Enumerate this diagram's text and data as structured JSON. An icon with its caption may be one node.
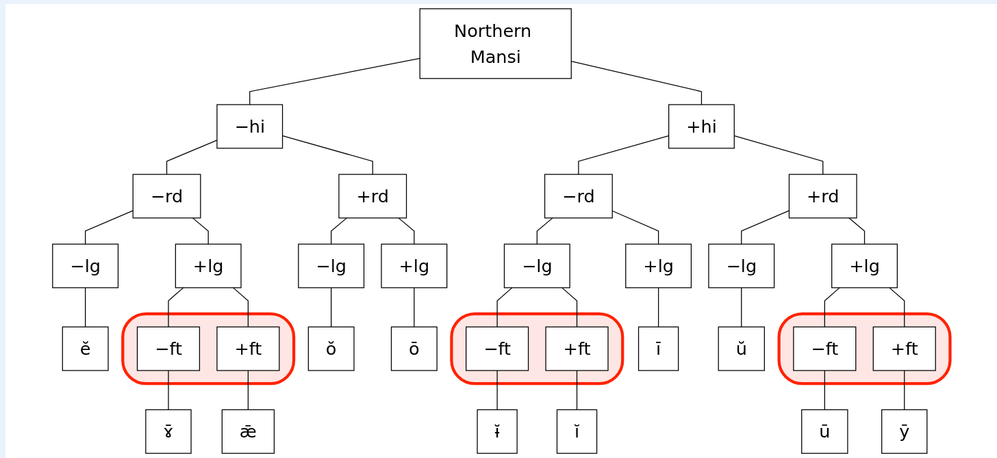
{
  "diagram": {
    "nodes": [
      {
        "text": [
          "Northern Mansi"
        ]
      },
      {
        "text": [
          "−hi"
        ]
      },
      {
        "text": [
          "+hi"
        ]
      },
      {
        "text": [
          "−rd"
        ]
      },
      {
        "text": [
          "+rd"
        ]
      },
      {
        "text": [
          "−rd"
        ]
      },
      {
        "text": [
          "+rd"
        ]
      },
      {
        "text": [
          "−lg"
        ]
      },
      {
        "text": [
          "+lg"
        ]
      },
      {
        "text": [
          "−lg"
        ]
      },
      {
        "text": [
          "+lg"
        ]
      },
      {
        "text": [
          "−lg"
        ]
      },
      {
        "text": [
          "+lg"
        ]
      },
      {
        "text": [
          "−lg"
        ]
      },
      {
        "text": [
          "+lg"
        ]
      },
      {
        "text": [],
        "shape": "ellipse"
      },
      {
        "text": [
          "−ft"
        ],
        "in": 15
      },
      {
        "text": [
          "+ft"
        ],
        "in": 15
      },
      {
        "text": [],
        "shape": "ellipse"
      },
      {
        "text": [
          "−ft"
        ],
        "in": 18
      },
      {
        "text": [
          "+ft"
        ],
        "in": 18
      },
      {
        "text": [],
        "shape": "ellipse"
      },
      {
        "text": [
          "−ft"
        ],
        "in": 21
      },
      {
        "text": [
          "+ft"
        ],
        "in": 21
      },
      {
        "text": [
          "ĕ"
        ]
      },
      {
        "text": [
          "ɤ̄"
        ]
      },
      {
        "text": [
          "ǣ"
        ]
      },
      {
        "text": [
          "ŏ"
        ]
      },
      {
        "text": [
          "ō"
        ]
      },
      {
        "text": [
          "ɨ̆"
        ]
      },
      {
        "text": [
          "ĭ"
        ]
      },
      {
        "text": [
          "ī"
        ]
      },
      {
        "text": [
          "ŭ"
        ]
      },
      {
        "text": [
          "ū"
        ]
      },
      {
        "text": [
          "ȳ"
        ]
      }
    ],
    "edges": [
      {
        "from": 0,
        "to": 1,
        "arrow": "none"
      },
      {
        "from": 0,
        "to": 2,
        "arrow": "none"
      },
      {
        "from": 1,
        "to": 3,
        "arrow": "none"
      },
      {
        "from": 1,
        "to": 4,
        "arrow": "none"
      },
      {
        "from": 2,
        "to": 5,
        "arrow": "none"
      },
      {
        "from": 2,
        "to": 6,
        "arrow": "none"
      },
      {
        "from": 3,
        "to": 7,
        "arrow": "none"
      },
      {
        "from": 3,
        "to": 8,
        "arrow": "none"
      },
      {
        "from": 4,
        "to": 9,
        "arrow": "none"
      },
      {
        "from": 4,
        "to": 10,
        "arrow": "none"
      },
      {
        "from": 5,
        "to": 11,
        "arrow": "none"
      },
      {
        "from": 5,
        "to": 12,
        "arrow": "none"
      },
      {
        "from": 6,
        "to": 13,
        "arrow": "none"
      },
      {
        "from": 6,
        "to": 14,
        "arrow": "none"
      },
      {
        "from": 8,
        "to": 16,
        "arrow": "none"
      },
      {
        "from": 8,
        "to": 17,
        "arrow": "none"
      },
      {
        "from": 11,
        "to": 19,
        "arrow": "none"
      },
      {
        "from": 11,
        "to": 20,
        "arrow": "none"
      },
      {
        "from": 14,
        "to": 22,
        "arrow": "none"
      },
      {
        "from": 14,
        "to": 23,
        "arrow": "none"
      },
      {
        "from": 7,
        "to": 24,
        "arrow": "none"
      },
      {
        "from": 16,
        "to": 25,
        "arrow": "none"
      },
      {
        "from": 17,
        "to": 26,
        "arrow": "none"
      },
      {
        "from": 9,
        "to": 27,
        "arrow": "none"
      },
      {
        "from": 10,
        "to": 28,
        "arrow": "none"
      },
      {
        "from": 19,
        "to": 29,
        "arrow": "none"
      },
      {
        "from": 20,
        "to": 30,
        "arrow": "none"
      },
      {
        "from": 12,
        "to": 31,
        "arrow": "none"
      },
      {
        "from": 13,
        "to": 32,
        "arrow": "none"
      },
      {
        "from": 22,
        "to": 33,
        "arrow": "none"
      },
      {
        "from": 23,
        "to": 34,
        "arrow": "none"
      }
    ]
  }
}
